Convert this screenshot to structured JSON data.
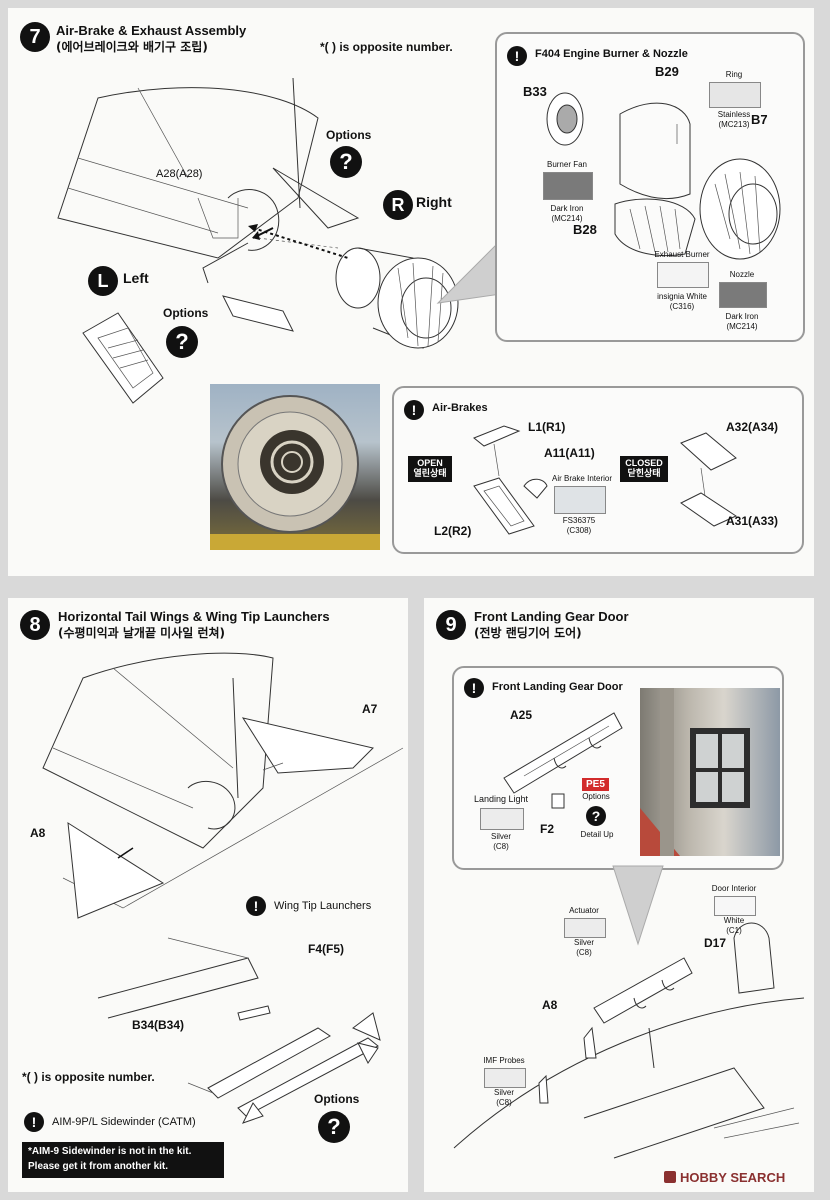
{
  "step7": {
    "number": "7",
    "title": "Air-Brake & Exhaust Assembly",
    "subtitle": "(에어브레이크와 배기구 조립)",
    "opposite_note": "*(   ) is opposite number.",
    "options_label_1": "Options",
    "options_label_2": "Options",
    "right_badge": "R",
    "right_label": "Right",
    "left_badge": "L",
    "left_label": "Left",
    "part_a28": "A28(A28)",
    "engine_box": {
      "title": "F404 Engine Burner & Nozzle",
      "b33": "B33",
      "b29": "B29",
      "b7": "B7",
      "b28": "B28",
      "ring_label": "Ring",
      "ring_color": "Stainless",
      "ring_code": "(MC213)",
      "burner_fan_label": "Burner Fan",
      "burner_fan_color": "Dark Iron",
      "burner_fan_code": "(MC214)",
      "exhaust_label": "Exhaust Burner",
      "exhaust_color": "insignia White",
      "exhaust_code": "(C316)",
      "nozzle_label": "Nozzle",
      "nozzle_color": "Dark Iron",
      "nozzle_code": "(MC214)"
    },
    "airbrake_box": {
      "title": "Air-Brakes",
      "l1": "L1(R1)",
      "a11": "A11(A11)",
      "l2": "L2(R2)",
      "a32": "A32(A34)",
      "a31": "A31(A33)",
      "open_en": "OPEN",
      "open_kr": "열린상태",
      "closed_en": "CLOSED",
      "closed_kr": "닫힌상태",
      "interior_label": "Air Brake Interior",
      "interior_code": "FS36375",
      "interior_code2": "(C308)"
    }
  },
  "step8": {
    "number": "8",
    "title": "Horizontal Tail Wings & Wing Tip Launchers",
    "subtitle": "(수평미익과 날개끝 미사일 런쳐)",
    "a7": "A7",
    "a8": "A8",
    "wingtip_label": "Wing Tip Launchers",
    "f4": "F4(F5)",
    "b34": "B34(B34)",
    "opposite_note": "*(   ) is opposite number.",
    "aim_label": "AIM-9P/L Sidewinder (CATM)",
    "options_label": "Options",
    "aim_warning_1": "*AIM-9 Sidewinder is not in the kit.",
    "aim_warning_2": "Please get it from another kit."
  },
  "step9": {
    "number": "9",
    "title": "Front Landing Gear Door",
    "subtitle": "(전방 랜딩기어 도어)",
    "box_title": "Front Landing Gear Door",
    "a25": "A25",
    "f2": "F2",
    "pe5": "PE5",
    "options_label": "Options",
    "detail_up": "Detail Up",
    "landing_light_label": "Landing Light",
    "landing_light_color": "Silver",
    "landing_light_code": "(C8)",
    "actuator_label": "Actuator",
    "actuator_color": "Silver",
    "actuator_code": "(C8)",
    "door_interior_label": "Door Interior",
    "door_interior_color": "White",
    "door_interior_code": "(C1)",
    "d17": "D17",
    "a8": "A8",
    "imf_label": "IMF Probes",
    "imf_color": "Silver",
    "imf_code": "(C8)"
  },
  "watermark": "HOBBY SEARCH",
  "colors": {
    "dark_iron": "#7a7a7a",
    "stainless": "#e6e6e6",
    "insignia_white": "#f4f4f4",
    "silver": "#ececec",
    "white": "#f7f7f7",
    "fs36375": "#dfe3e6",
    "pe_red": "#d22b2b"
  }
}
